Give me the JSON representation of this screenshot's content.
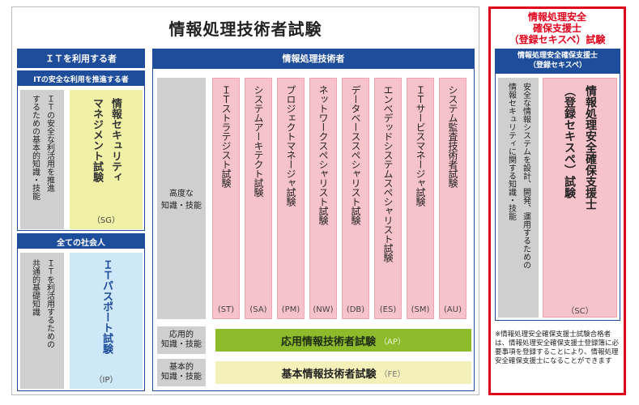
{
  "title": "情報処理技術者試験",
  "sc_header": "情報処理安全\n確保支援士\n（登録セキスペ）試験",
  "it_users": {
    "header": "ＩＴを利用する者",
    "sub_header": "ITの安全な利用を推進する者",
    "sg_desc_col1": "するための基本的知識・技能",
    "sg_desc_col2": "ＩＴの安全な利活用を推進",
    "sg_name_col1": "マネジメント試験",
    "sg_name_col2": "情報セキュリティ",
    "sg_abbr": "（SG）",
    "all_header": "全ての社会人",
    "ip_desc_col1": "共通的基礎知識",
    "ip_desc_col2": "ＩＴを利活用するための",
    "ip_name": "ＩＴパスポート試験",
    "ip_abbr": "（IP）"
  },
  "it_engineers": {
    "header": "情報処理技術者",
    "advanced_label": "高度な\n知識・技能",
    "exams": [
      {
        "name": "ＩＴストラテジスト試験",
        "abbr": "(ST)"
      },
      {
        "name": "システムアーキテクト試験",
        "abbr": "(SA)"
      },
      {
        "name": "プロジェクトマネージャ試験",
        "abbr": "(PM)"
      },
      {
        "name": "ネットワークスペシャリスト試験",
        "abbr": "(NW)"
      },
      {
        "name": "データベーススペシャリスト試験",
        "abbr": "(DB)"
      },
      {
        "name": "エンベデッドシステムスペシャリスト試験",
        "abbr": "(ES)"
      },
      {
        "name": "ＩＴサービスマネージャ試験",
        "abbr": "(SM)"
      },
      {
        "name": "システム監査技術者試験",
        "abbr": "(AU)"
      }
    ],
    "applied_label": "応用的\n知識・技能",
    "applied_name": "応用情報技術者試験",
    "applied_abbr": "（AP）",
    "basic_label": "基本的\n知識・技能",
    "basic_name": "基本情報技術者試験",
    "basic_abbr": "（FE）"
  },
  "sc": {
    "header": "情報処理安全確保支援士\n（登録セキスペ）",
    "desc_col1": "情報セキュリティに関する知識・技能",
    "desc_col2": "安全な情報システムを設計、開発、運用するための",
    "name_col1": "（登録セキスペ）試験",
    "name_col2": "情報処理安全確保支援士",
    "abbr": "（SC）",
    "note": "※情報処理安全確保支援士試験合格者は、情報処理安全確保支援士登録簿に必要事項を登録することにより、情報処理安全確保支援士になることができます"
  },
  "colors": {
    "header_blue": "#1e4d9b",
    "pink": "#f7c3cb",
    "red_border": "#e0001b",
    "green": "#8dbb2b"
  }
}
